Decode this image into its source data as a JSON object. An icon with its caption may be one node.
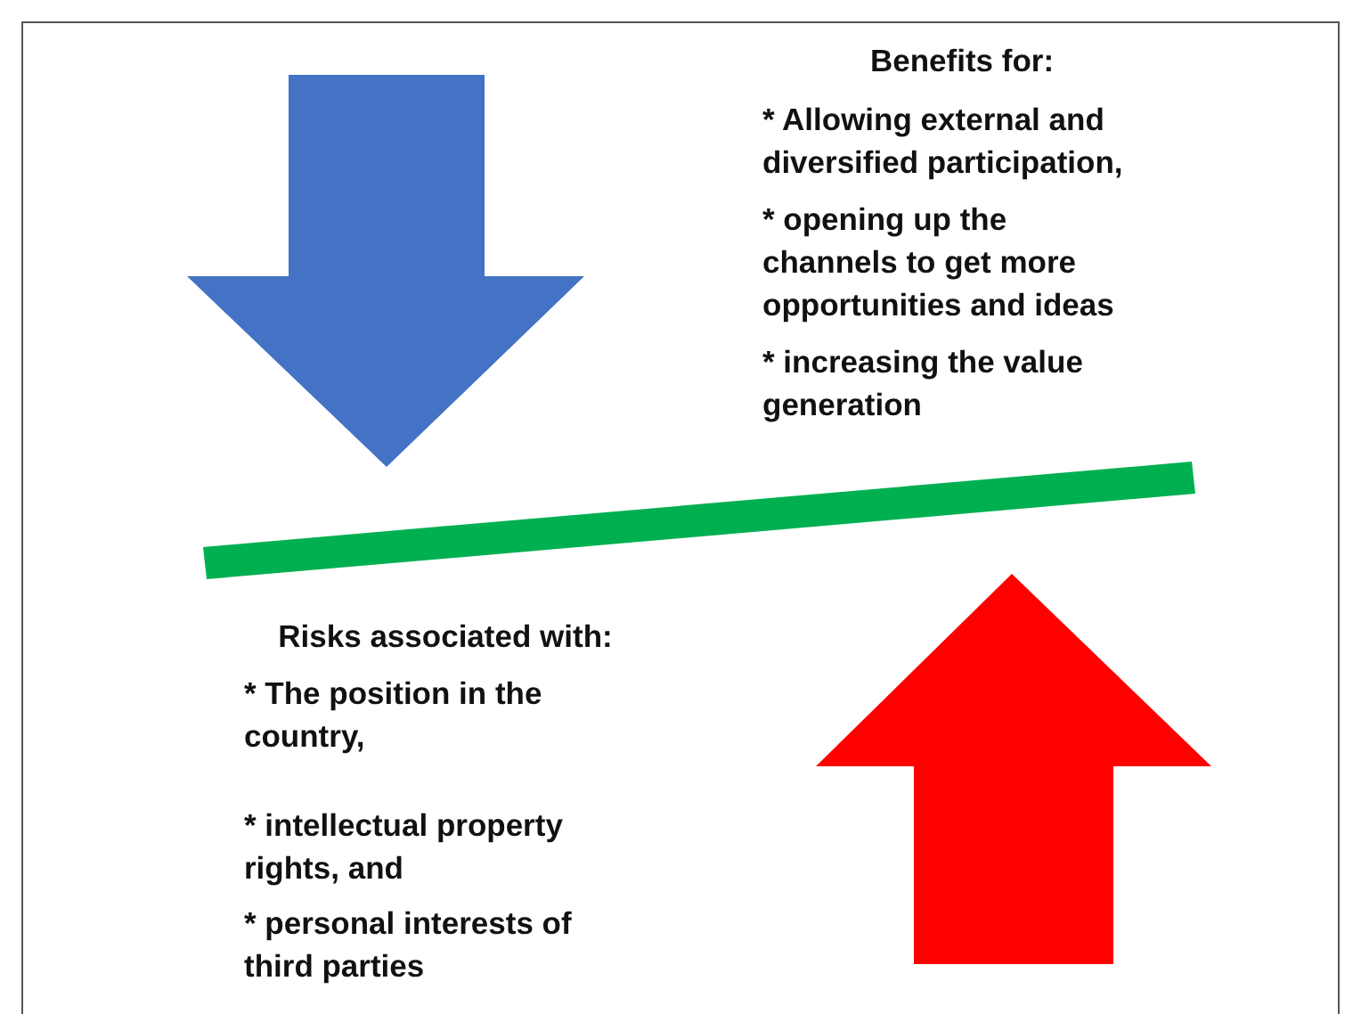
{
  "diagram": {
    "labels": [
      "Benefits for:",
      "* Allowing external and diversified participation,",
      "* opening up the channels to get more opportunities and ideas",
      "* increasing the value generation",
      "Risks associated with:",
      "* The position in the country,",
      "* intellectual property rights, and",
      "* personal interests of third parties"
    ]
  }
}
